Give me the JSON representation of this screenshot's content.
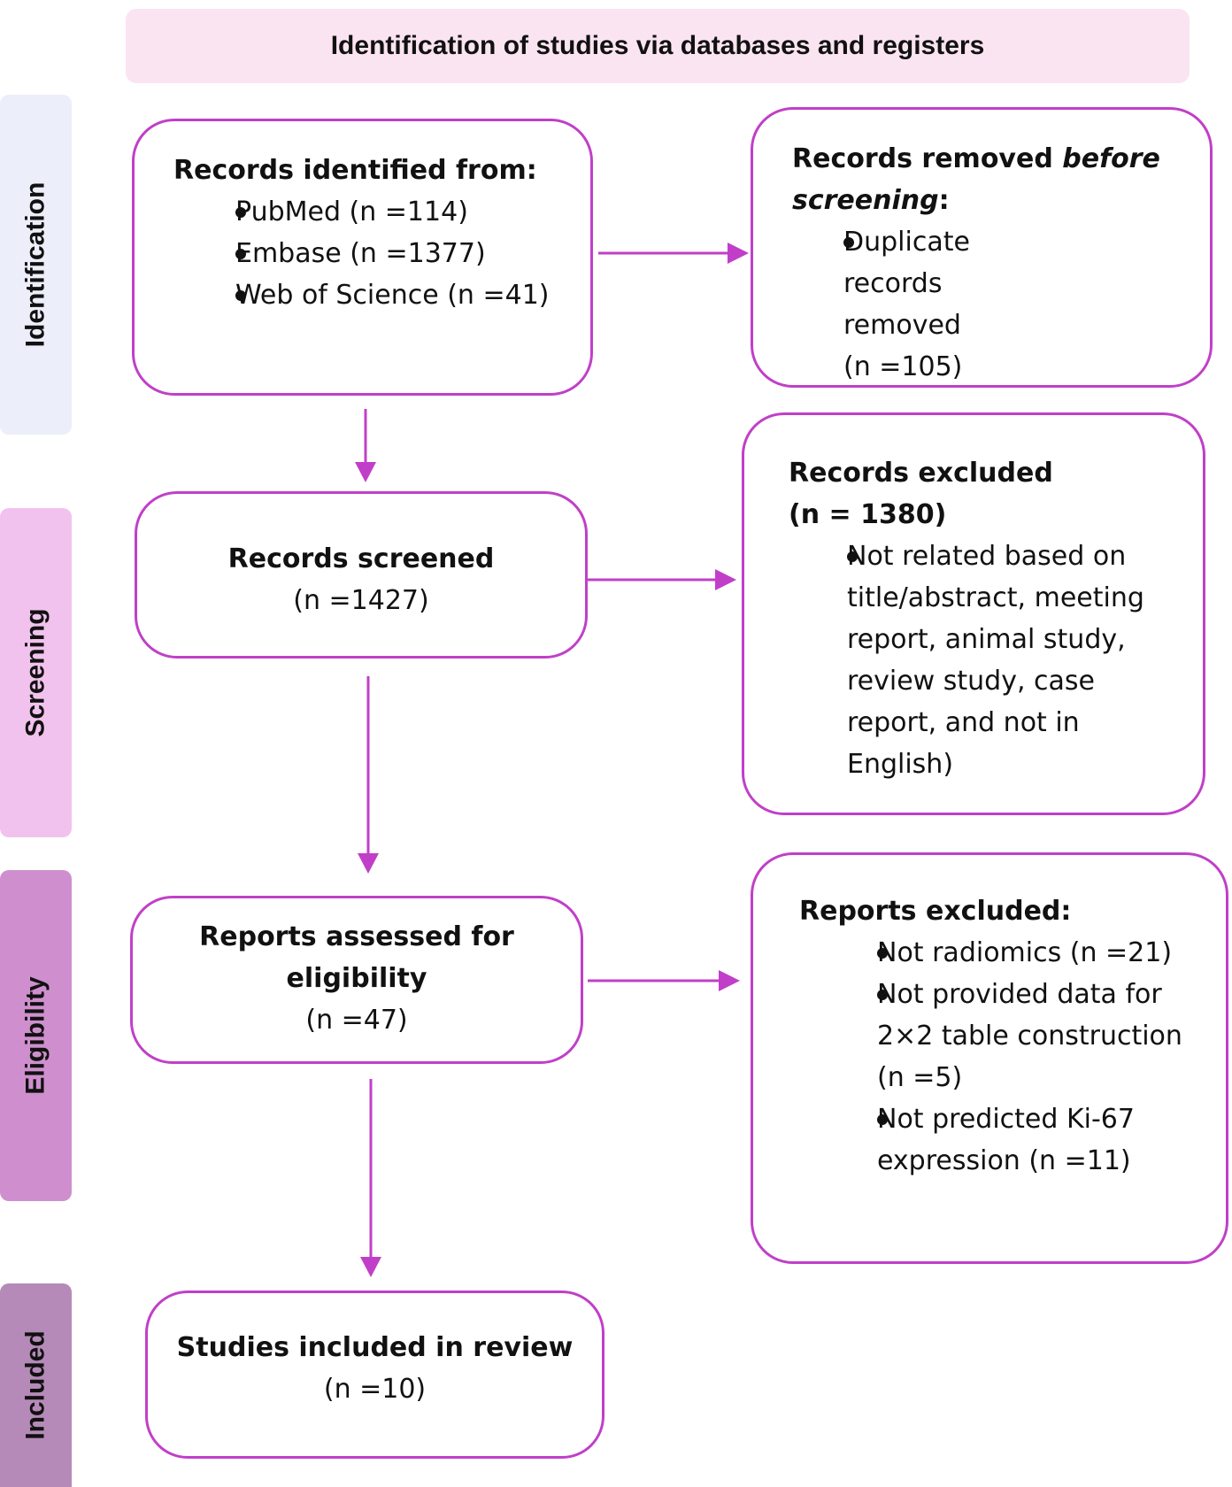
{
  "header": {
    "title": "Identification of studies via databases and registers"
  },
  "stages": [
    "Identification",
    "Screening",
    "Eligibility",
    "Included"
  ],
  "identified": {
    "title": "Records identified from:",
    "items": [
      "PubMed (n =114)",
      "Embase (n =1377)",
      "Web of Science (n =41)"
    ]
  },
  "removed": {
    "title_prefix": "Records removed ",
    "title_italic": "before screening",
    "title_suffix": ":",
    "items": [
      "Duplicate records removed",
      "(n =105)"
    ]
  },
  "screened": {
    "title": "Records screened",
    "count": "(n =1427)"
  },
  "excluded_records": {
    "title": "Records excluded",
    "count": "(n = 1380)",
    "items": [
      "Not related based on title/abstract, meeting report, animal study, review study, case report, and not in English)"
    ]
  },
  "assessed": {
    "title": "Reports assessed for eligibility",
    "count": "(n =47)"
  },
  "excluded_reports": {
    "title": "Reports excluded:",
    "items": [
      "Not radiomics (n =21)",
      "Not provided data for 2×2 table construction (n =5)",
      "Not predicted Ki-67 expression (n =11)"
    ]
  },
  "included": {
    "title": "Studies included in review",
    "count": "(n =10)"
  },
  "colors": {
    "box_border": "#c13fc8",
    "arrow": "#c13fc8",
    "header_bg": "#fbe4f1",
    "stage_identification": "#eceffa",
    "stage_screening": "#f2c2ee",
    "stage_eligibility": "#cf8fce",
    "stage_included": "#b58ab8"
  }
}
